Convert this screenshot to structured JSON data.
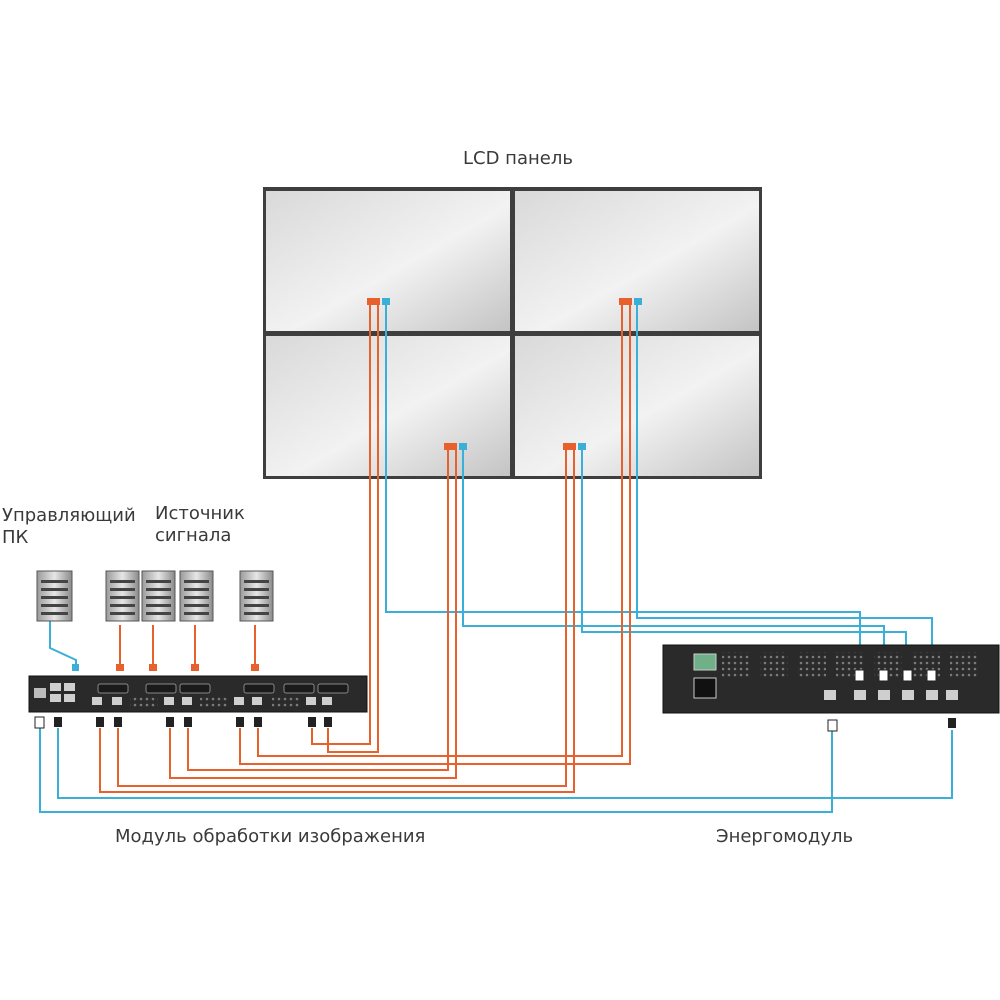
{
  "labels": {
    "lcd_panel": "LCD панель",
    "control_pc": "Управляющий\nПК",
    "signal_source": "Источник\nсигнала",
    "image_processing_module": "Модуль обработки изображения",
    "power_module": "Энергомодуль"
  },
  "colors": {
    "video_cable": "#e8612c",
    "control_cable": "#3ab0d8",
    "device_body": "#2a2a2a",
    "panel_bezel": "#4a4a4a"
  },
  "diagram": {
    "lcd_panels": 4,
    "signal_sources": 4,
    "control_pcs": 1
  }
}
